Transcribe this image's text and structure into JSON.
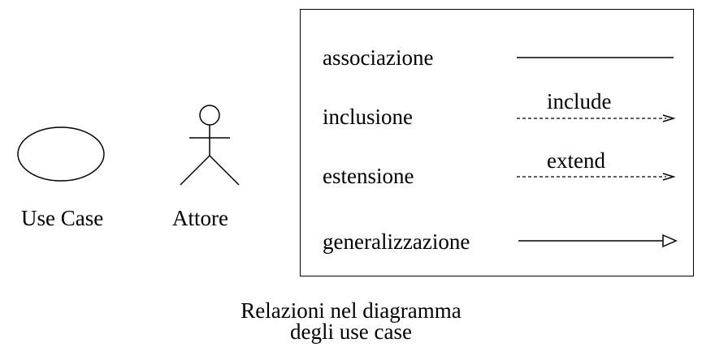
{
  "symbols": {
    "use_case_label": "Use Case",
    "actor_label": "Attore"
  },
  "legend": {
    "rows": [
      {
        "label": "associazione",
        "line": "solid",
        "head": "none",
        "tag": ""
      },
      {
        "label": "inclusione",
        "line": "dashed",
        "head": "open-arrow",
        "tag": "include"
      },
      {
        "label": "estensione",
        "line": "dashed",
        "head": "open-arrow",
        "tag": "extend"
      },
      {
        "label": "generalizzazione",
        "line": "solid",
        "head": "hollow-triangle",
        "tag": ""
      }
    ]
  },
  "caption": {
    "line1": "Relazioni nel diagramma",
    "line2": "degli use case"
  },
  "colors": {
    "stroke": "#000000",
    "background": "#ffffff"
  }
}
